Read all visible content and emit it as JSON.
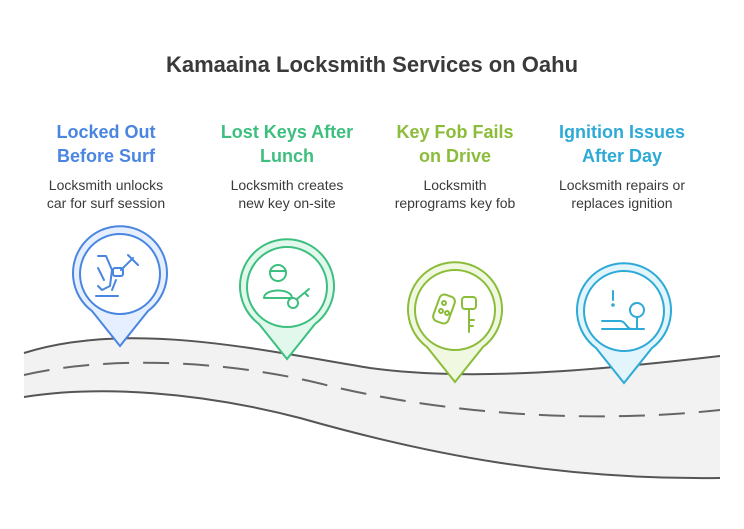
{
  "title": "Kamaaina Locksmith Services on Oahu",
  "colors": {
    "road": "#f2f2f2",
    "road_edge": "#555555",
    "road_dash": "#666666"
  },
  "steps": [
    {
      "title_line1": "Locked Out",
      "title_line2": "Before Surf",
      "desc_line1": "Locksmith unlocks",
      "desc_line2": "car for surf session",
      "color": "#4a86e0",
      "fill": "#e6efff",
      "icon": "unlocking-car-door-icon"
    },
    {
      "title_line1": "Lost Keys After",
      "title_line2": "Lunch",
      "desc_line1": "Locksmith creates",
      "desc_line2": "new key on-site",
      "color": "#3dbf7f",
      "fill": "#e3f8ec",
      "icon": "person-with-key-icon"
    },
    {
      "title_line1": "Key Fob Fails",
      "title_line2": "on Drive",
      "desc_line1": "Locksmith",
      "desc_line2": "reprograms key fob",
      "color": "#8cbd3a",
      "fill": "#f0f8e2",
      "icon": "key-fob-icon"
    },
    {
      "title_line1": "Ignition Issues",
      "title_line2": "After Day",
      "desc_line1": "Locksmith repairs or",
      "desc_line2": "replaces ignition",
      "color": "#2eaad6",
      "fill": "#e2f5fc",
      "icon": "ignition-icon"
    }
  ]
}
